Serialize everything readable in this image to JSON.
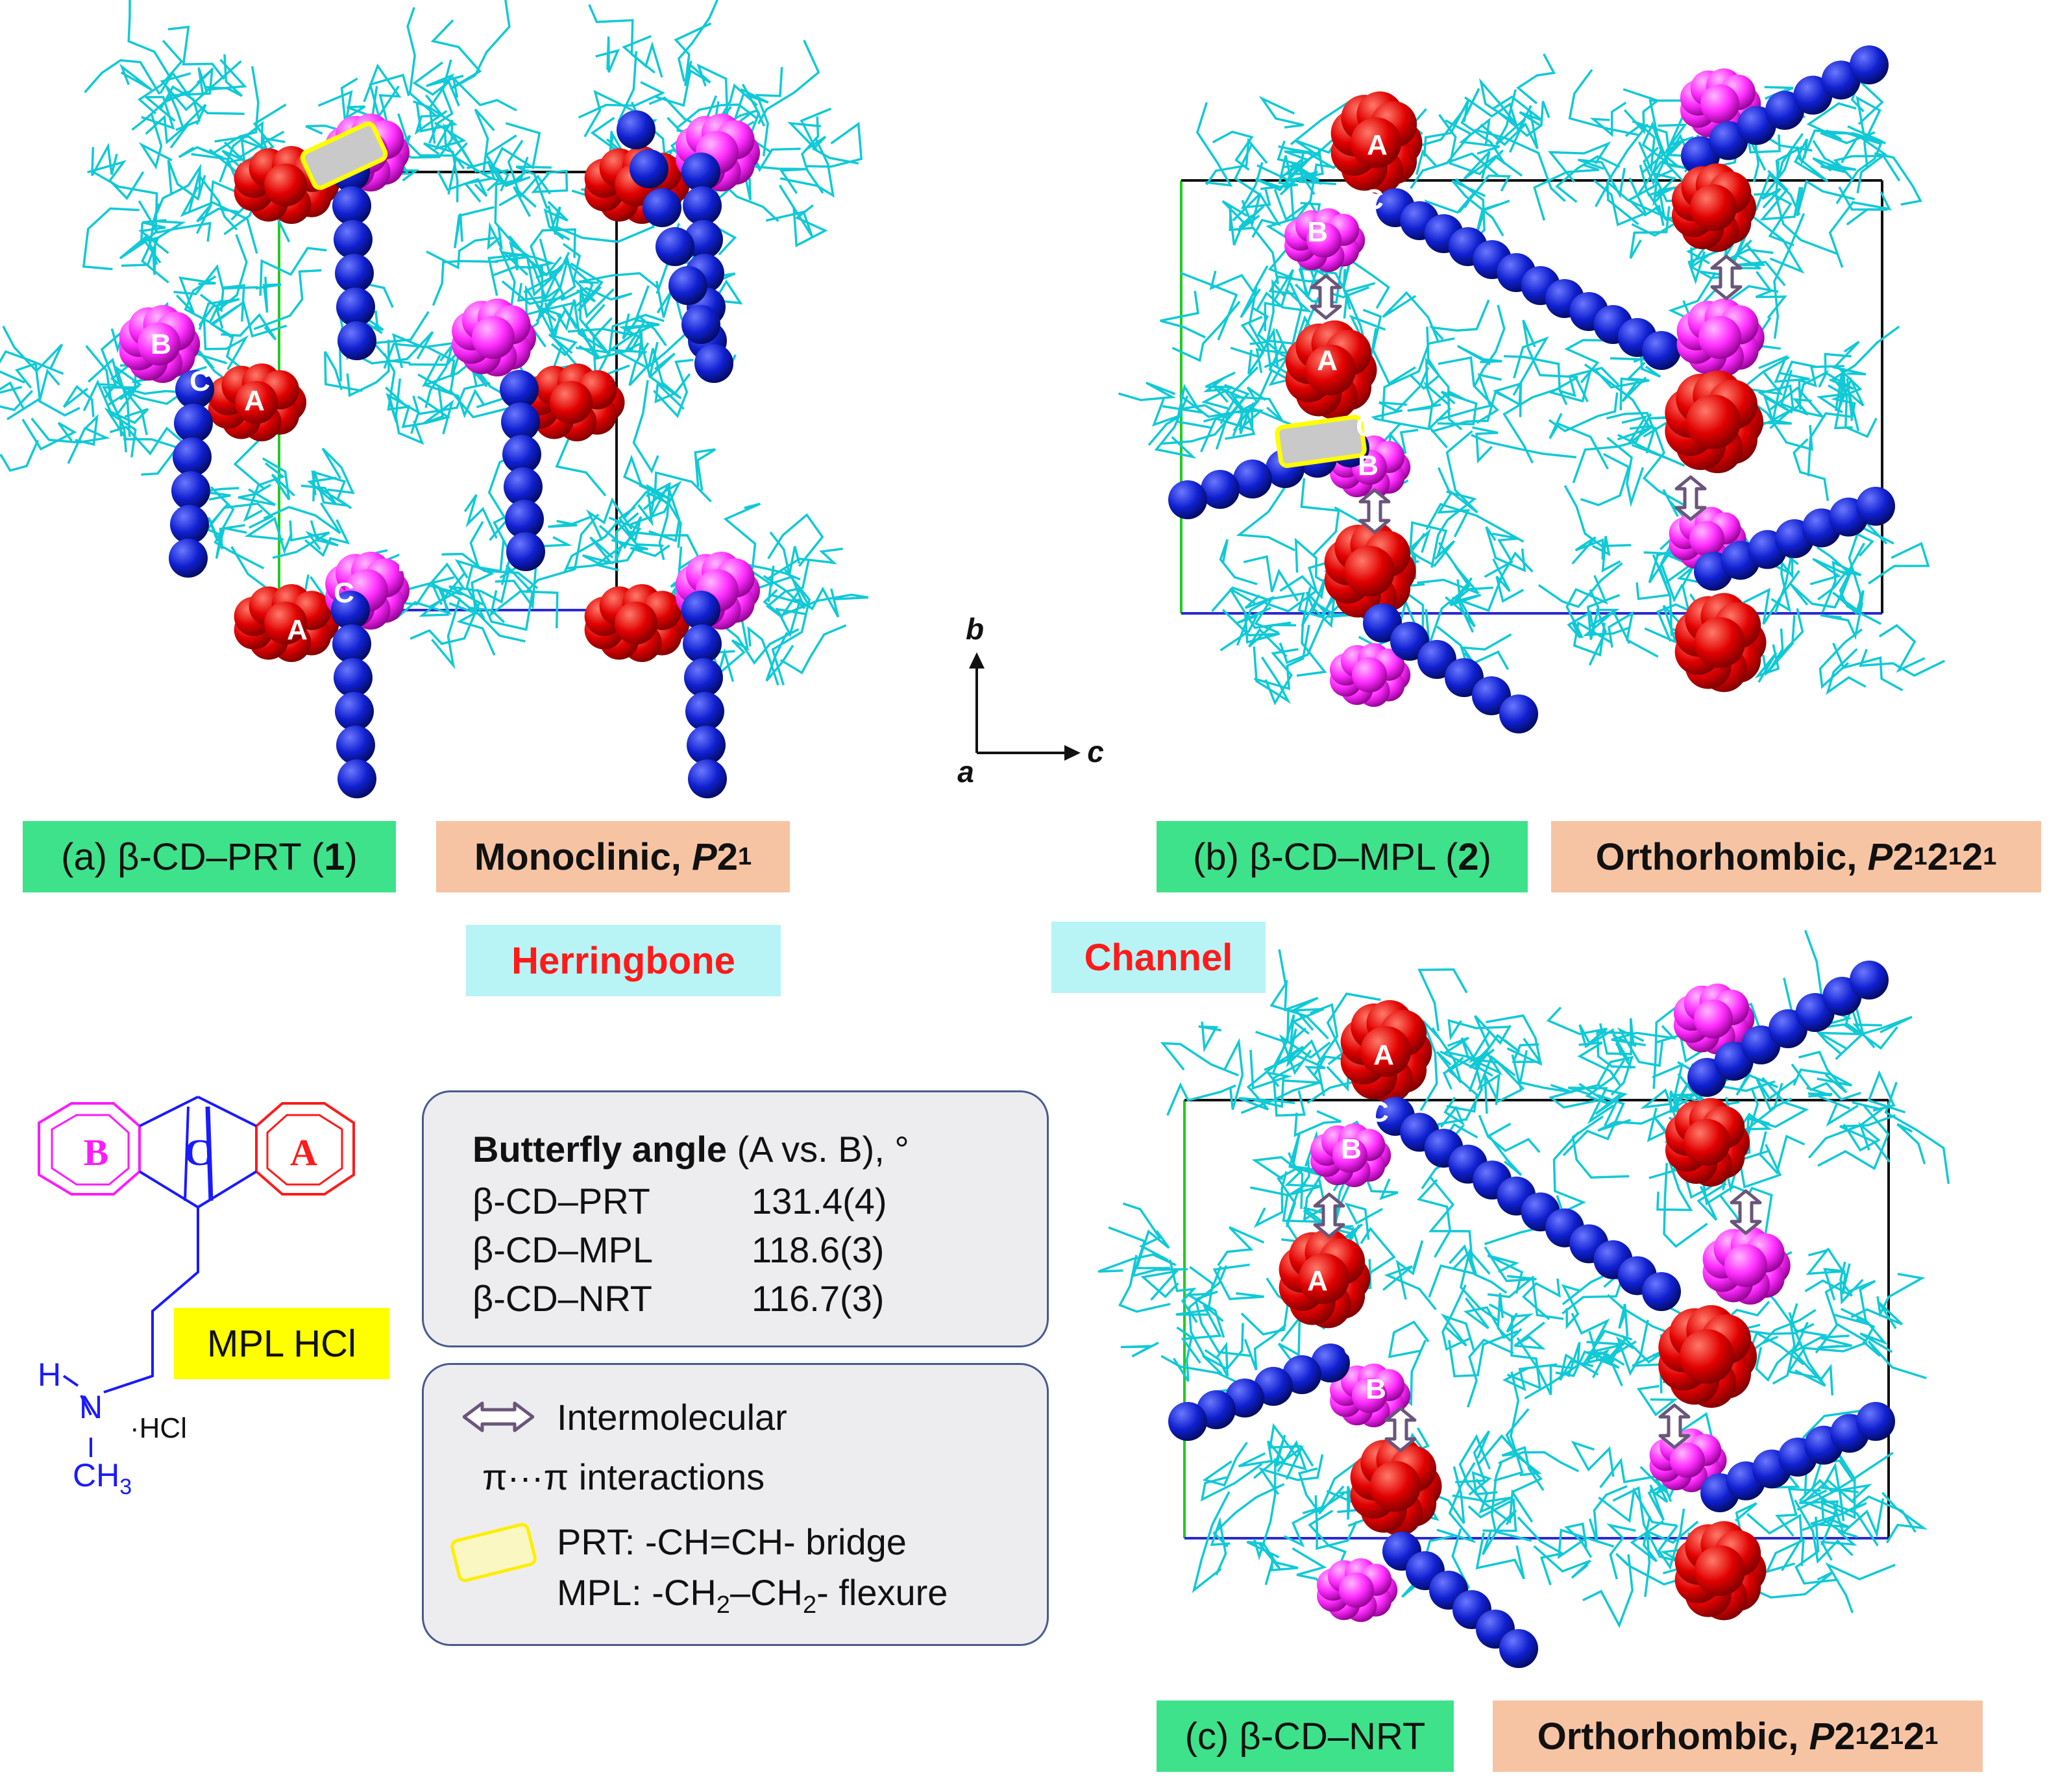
{
  "panels": {
    "a": {
      "caption_pre": "(a) β-CD–PRT (",
      "caption_num": "1",
      "caption_post": ")",
      "crystal_system": "Monoclinic, ",
      "space_group_italic": "P",
      "space_group_rest": "2",
      "space_group_sub": "1"
    },
    "b": {
      "caption_pre": "(b) β-CD–MPL (",
      "caption_num": "2",
      "caption_post": ")",
      "crystal_system": "Orthorhombic, ",
      "space_group_italic": "P",
      "space_group_parts": [
        "2",
        "1",
        "2",
        "1",
        "2",
        "1"
      ]
    },
    "c": {
      "caption": "(c) β-CD–NRT",
      "crystal_system": "Orthorhombic, ",
      "space_group_italic": "P",
      "space_group_parts": [
        "2",
        "1",
        "2",
        "1",
        "2",
        "1"
      ]
    }
  },
  "packing_labels": {
    "herringbone": "Herringbone",
    "channel": "Channel"
  },
  "ring_labels": {
    "A": "A",
    "B": "B",
    "C": "C"
  },
  "axes": {
    "b": "b",
    "c": "c",
    "a": "a"
  },
  "structure": {
    "ring_B": "B",
    "ring_C": "C",
    "ring_A": "A",
    "h_atom": "H",
    "n_atom": "N",
    "ch3": "CH",
    "ch3_sub": "3",
    "hcl": "·HCl",
    "name": "MPL HCl"
  },
  "butterfly": {
    "title_bold": "Butterfly angle",
    "title_rest": " (A vs. B), °",
    "rows": [
      {
        "compound": "β-CD–PRT",
        "value": "131.4(4)"
      },
      {
        "compound": "β-CD–MPL",
        "value": "118.6(3)"
      },
      {
        "compound": "β-CD–NRT",
        "value": "116.7(3)"
      }
    ]
  },
  "legend": {
    "arrow_label": "Intermolecular",
    "arrow_label2": "π···π interactions",
    "bridge_prt": "PRT: -CH=CH- bridge",
    "bridge_mpl_pre": "MPL: -CH",
    "bridge_mpl_sub1": "2",
    "bridge_mpl_mid": "–CH",
    "bridge_mpl_sub2": "2",
    "bridge_mpl_post": "- flexure"
  },
  "colors": {
    "ring_A": "#ee0000",
    "ring_B": "#ff22ff",
    "ring_C_chain": "#0a14c8",
    "cyclodextrin": "#11c9d6",
    "axis_b": "#22cc22",
    "axis_c": "#2a2ad0",
    "bridge_highlight": "#ffff00"
  }
}
